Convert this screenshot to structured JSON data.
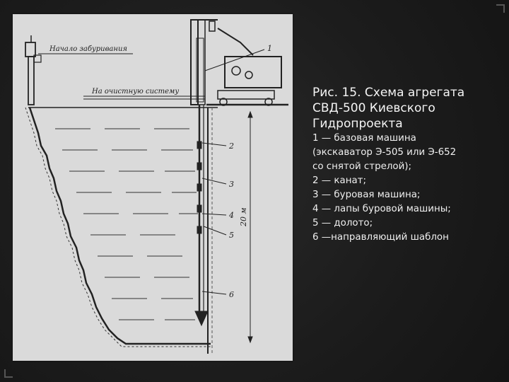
{
  "caption": {
    "title_lines": [
      "Рис. 15. Схема агрегата",
      "СВД-500 Киевского",
      "Гидропроекта"
    ],
    "items": [
      "1 — базовая машина",
      "(экскаватор Э-505 или Э-652",
      "со снятой стрелой);",
      "2 — канат;",
      "3 — буровая машина;",
      "4 — лапы буровой машины;",
      "5 — долото;",
      "6 —направляющий шаблон"
    ]
  },
  "figure": {
    "label_start": "Начало забуривания",
    "label_cleaning": "На очистную систему",
    "depth_label": "20 м",
    "callouts": [
      "1",
      "2",
      "3",
      "4",
      "5",
      "6"
    ]
  }
}
